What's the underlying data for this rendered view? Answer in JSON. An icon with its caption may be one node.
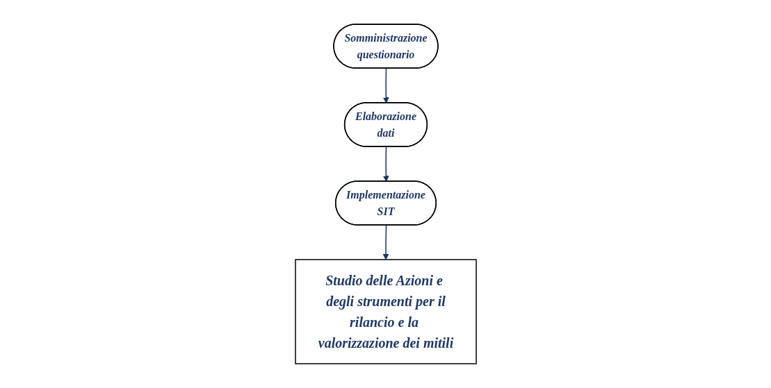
{
  "diagram": {
    "nodes": [
      {
        "text": [
          "Somministrazione questionario"
        ]
      },
      {
        "text": [
          "Elaborazione dati"
        ]
      },
      {
        "text": [
          "Implementazione SIT"
        ]
      },
      {
        "text": [
          "Studio delle Azioni e degli strumenti per il rilancio e la valorizzazione dei mitili"
        ]
      }
    ],
    "edges": [
      {
        "from": 0,
        "to": 1,
        "arrow": "to"
      },
      {
        "from": 1,
        "to": 2,
        "arrow": "to"
      },
      {
        "from": 2,
        "to": 3,
        "arrow": "to"
      }
    ]
  }
}
